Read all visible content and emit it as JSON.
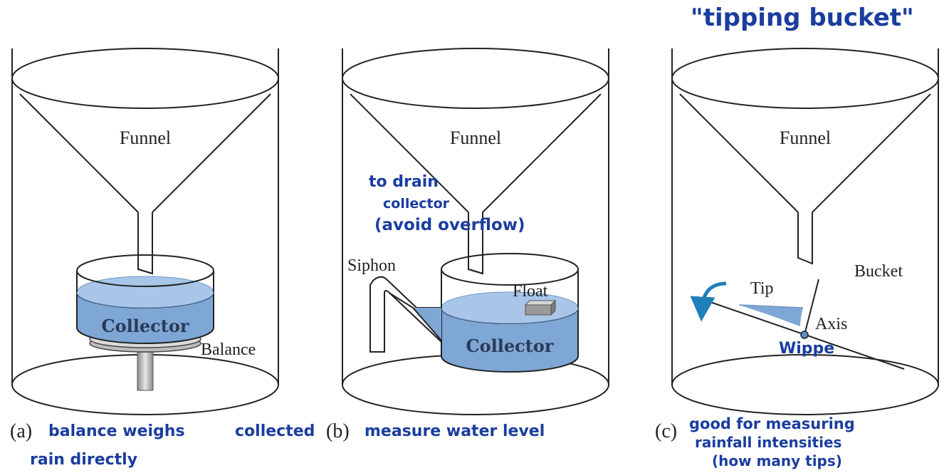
{
  "labels": {
    "funnel": "Funnel",
    "collector": "Collector",
    "balance": "Balance",
    "siphon": "Siphon",
    "float": "Float",
    "bucket": "Bucket",
    "tip": "Tip",
    "axis": "Axis"
  },
  "captions": {
    "a_prefix": "(a)",
    "b_prefix": "(b)",
    "c_prefix": "(c)"
  },
  "notes": {
    "title": "\"tipping bucket\"",
    "drain_1": "to drain",
    "drain_2": "collector",
    "drain_3": "(avoid overflow)",
    "wippe": "Wippe",
    "a_1": "balance weighs",
    "a_1b": "collected",
    "a_2": "rain directly",
    "b": "measure water level",
    "c_1": "good for measuring",
    "c_2": "rainfall intensities",
    "c_3": "(how many tips)"
  },
  "colors": {
    "water": "#7ea7d6",
    "water_top": "#a9c6e9",
    "ink": "#1a3d9e",
    "arrow": "#1f7fb8",
    "line": "#222222"
  }
}
